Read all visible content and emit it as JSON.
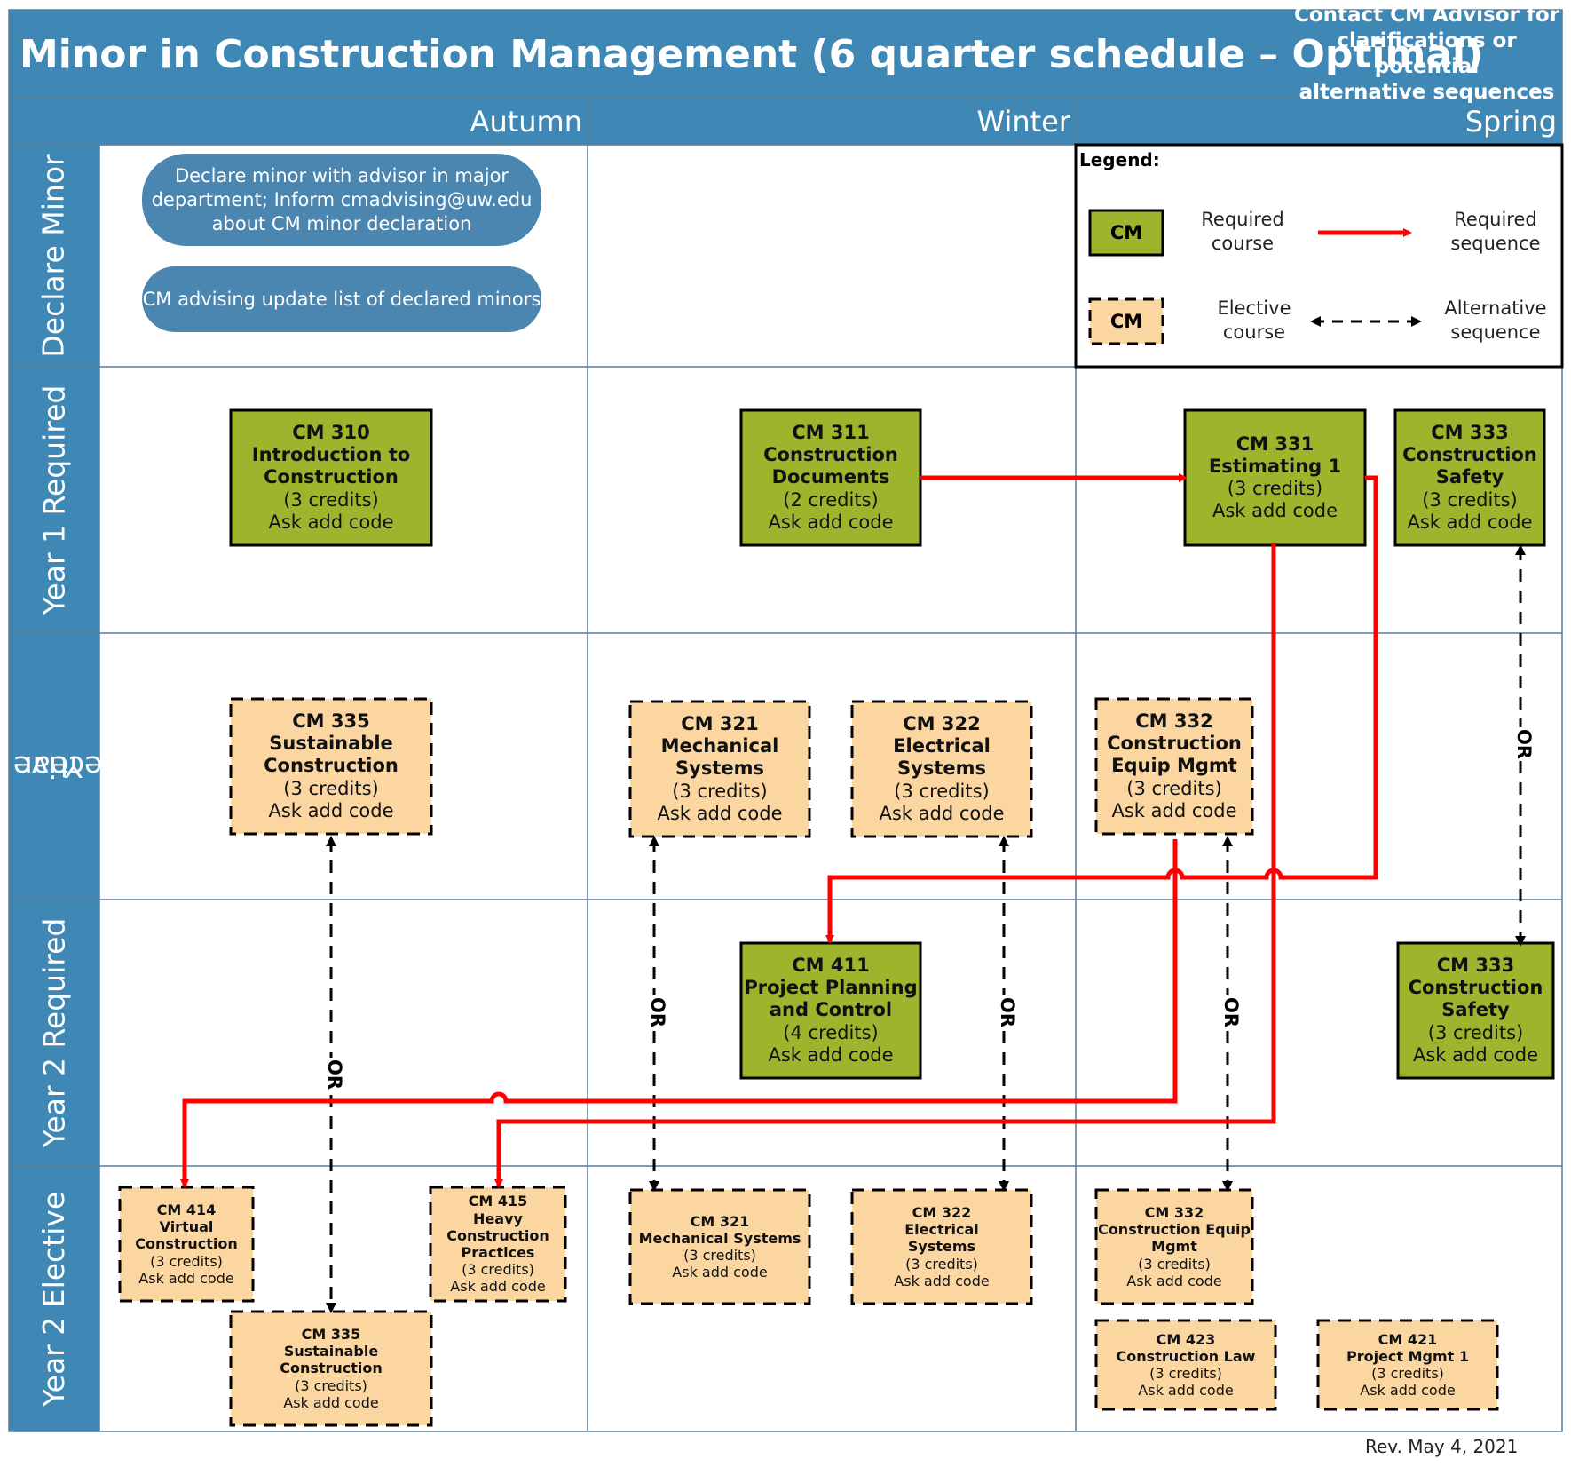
{
  "title": "Minor in Construction Management (6 quarter schedule – Optimal)",
  "contact": [
    "Contact CM Advisor for",
    "clarifications or potential",
    "alternative sequences"
  ],
  "columns": [
    "Autumn",
    "Winter",
    "Spring"
  ],
  "rows": [
    "Declare Minor",
    "Year 1 Required",
    "Year 1",
    "Elective",
    "Year 2 Required",
    "Year 2 Elective"
  ],
  "declare": [
    [
      "Declare minor with advisor in major",
      "department; Inform cmadvising@uw.edu",
      "about CM minor declaration"
    ],
    [
      "CM advising update list of declared minors"
    ]
  ],
  "legend": {
    "title": "Legend:",
    "swatch": "CM",
    "required_course": [
      "Required",
      "course"
    ],
    "elective_course": [
      "Elective",
      "course"
    ],
    "required_sequence": [
      "Required",
      "sequence"
    ],
    "alternative_sequence": [
      "Alternative",
      "sequence"
    ]
  },
  "or_label": "OR",
  "revision": "Rev. May 4, 2021",
  "colors": {
    "header": "#3f88b5",
    "required": "#9db52d",
    "elective": "#fcd6a0",
    "required_arrow": "#ff0000",
    "alternative_arrow": "#000000"
  },
  "courses": [
    {
      "id": "cm310-y1",
      "kind": "required",
      "bold": [
        "CM 310",
        "Introduction to",
        "Construction"
      ],
      "credits": "(3 credits)",
      "note": "Ask add code"
    },
    {
      "id": "cm311-y1",
      "kind": "required",
      "bold": [
        "CM 311",
        "Construction",
        "Documents"
      ],
      "credits": "(2 credits)",
      "note": "Ask add code"
    },
    {
      "id": "cm331-y1",
      "kind": "required",
      "bold": [
        "CM 331",
        "Estimating 1"
      ],
      "credits": "(3 credits)",
      "note": "Ask add code"
    },
    {
      "id": "cm333-y1",
      "kind": "required",
      "bold": [
        "CM 333",
        "Construction",
        "Safety"
      ],
      "credits": "(3 credits)",
      "note": "Ask add code"
    },
    {
      "id": "cm335-y1",
      "kind": "elective",
      "bold": [
        "CM 335",
        "Sustainable",
        "Construction"
      ],
      "credits": "(3 credits)",
      "note": "Ask add code"
    },
    {
      "id": "cm321-y1",
      "kind": "elective",
      "bold": [
        "CM 321",
        "Mechanical",
        "Systems"
      ],
      "credits": "(3 credits)",
      "note": "Ask add code"
    },
    {
      "id": "cm322-y1",
      "kind": "elective",
      "bold": [
        "CM 322",
        "Electrical",
        "Systems"
      ],
      "credits": "(3 credits)",
      "note": "Ask add code"
    },
    {
      "id": "cm332-y1",
      "kind": "elective",
      "bold": [
        "CM 332",
        "Construction",
        "Equip Mgmt"
      ],
      "credits": "(3 credits)",
      "note": "Ask add code"
    },
    {
      "id": "cm411-y2",
      "kind": "required",
      "bold": [
        "CM 411",
        "Project Planning",
        "and Control"
      ],
      "credits": "(4 credits)",
      "note": "Ask add code"
    },
    {
      "id": "cm333-y2",
      "kind": "required",
      "bold": [
        "CM 333",
        "Construction",
        "Safety"
      ],
      "credits": "(3 credits)",
      "note": "Ask add code"
    },
    {
      "id": "cm414-y2",
      "kind": "elective",
      "bold": [
        "CM 414",
        "Virtual",
        "Construction"
      ],
      "credits": "(3 credits)",
      "note": "Ask add code"
    },
    {
      "id": "cm415-y2",
      "kind": "elective",
      "bold": [
        "CM 415",
        "Heavy",
        "Construction",
        "Practices"
      ],
      "credits": "(3 credits)",
      "note": "Ask add code"
    },
    {
      "id": "cm335-y2",
      "kind": "elective",
      "bold": [
        "CM 335",
        "Sustainable Construction"
      ],
      "credits": "(3 credits)",
      "note": "Ask add code"
    },
    {
      "id": "cm321-y2",
      "kind": "elective",
      "bold": [
        "CM 321",
        "Mechanical Systems"
      ],
      "credits": "(3 credits)",
      "note": "Ask add code"
    },
    {
      "id": "cm322-y2",
      "kind": "elective",
      "bold": [
        "CM 322",
        "Electrical",
        "Systems"
      ],
      "credits": "(3 credits)",
      "note": "Ask add code"
    },
    {
      "id": "cm332-y2",
      "kind": "elective",
      "bold": [
        "CM 332",
        "Construction Equip",
        "Mgmt"
      ],
      "credits": "(3 credits)",
      "note": "Ask add code"
    },
    {
      "id": "cm423-y2",
      "kind": "elective",
      "bold": [
        "CM 423",
        "Construction Law"
      ],
      "credits": "(3 credits)",
      "note": "Ask add code"
    },
    {
      "id": "cm421-y2",
      "kind": "elective",
      "bold": [
        "CM 421",
        "Project Mgmt 1"
      ],
      "credits": "(3 credits)",
      "note": "Ask add code"
    }
  ]
}
